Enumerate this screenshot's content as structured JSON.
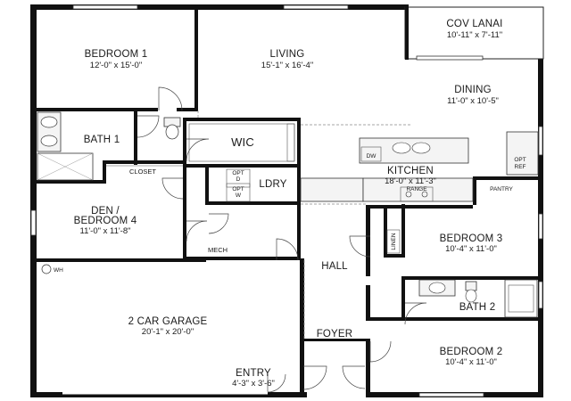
{
  "plan": {
    "rooms": [
      {
        "id": "cov-lanai",
        "name": "COV LANAI",
        "dims": "10'-11\" x 7'-11\""
      },
      {
        "id": "bedroom-1",
        "name": "BEDROOM 1",
        "dims": "12'-0\" x 15'-0\""
      },
      {
        "id": "living",
        "name": "LIVING",
        "dims": "15'-1\" x 16'-4\""
      },
      {
        "id": "dining",
        "name": "DINING",
        "dims": "11'-0\" x 10'-5\""
      },
      {
        "id": "bath-1",
        "name": "BATH 1",
        "dims": ""
      },
      {
        "id": "wic",
        "name": "WIC",
        "dims": ""
      },
      {
        "id": "kitchen",
        "name": "KITCHEN",
        "dims": "18'-0\" x 11'-3\""
      },
      {
        "id": "ldry",
        "name": "LDRY",
        "dims": ""
      },
      {
        "id": "den-bedroom-4",
        "name": "DEN /",
        "name2": "BEDROOM 4",
        "dims": "11'-0\" x 11'-8\""
      },
      {
        "id": "bedroom-3",
        "name": "BEDROOM 3",
        "dims": "10'-4\" x 11'-0\""
      },
      {
        "id": "hall",
        "name": "HALL",
        "dims": ""
      },
      {
        "id": "bath-2",
        "name": "BATH 2",
        "dims": ""
      },
      {
        "id": "garage",
        "name": "2 CAR GARAGE",
        "dims": "20'-1\" x 20'-0\""
      },
      {
        "id": "foyer",
        "name": "FOYER",
        "dims": ""
      },
      {
        "id": "bedroom-2",
        "name": "BEDROOM 2",
        "dims": "10'-4\" x 11'-0\""
      },
      {
        "id": "entry",
        "name": "ENTRY",
        "dims": "4'-3\" x 3'-6\""
      }
    ],
    "fixtures": {
      "closet": "CLOSET",
      "mech": "MECH",
      "wh": "WH",
      "dw": "DW",
      "range": "RANGE",
      "pantry": "PANTRY",
      "opt_ref_1": "OPT",
      "opt_ref_2": "REF",
      "opt_d_1": "OPT",
      "opt_d_2": "D",
      "opt_w_1": "OPT",
      "opt_w_2": "W",
      "linen": "LINEN"
    }
  }
}
